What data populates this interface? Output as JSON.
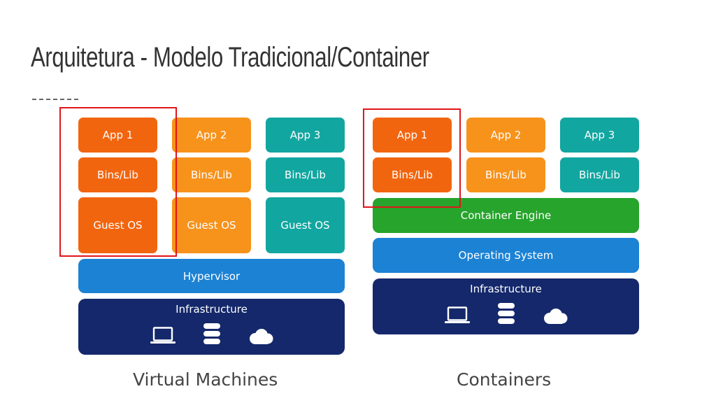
{
  "slide": {
    "title": "Arquitetura - Modelo Tradicional/Container"
  },
  "vm": {
    "caption": "Virtual Machines",
    "apps": [
      {
        "app": "App 1",
        "bins": "Bins/Lib",
        "os": "Guest OS"
      },
      {
        "app": "App 2",
        "bins": "Bins/Lib",
        "os": "Guest OS"
      },
      {
        "app": "App 3",
        "bins": "Bins/Lib",
        "os": "Guest OS"
      }
    ],
    "hypervisor": "Hypervisor",
    "infrastructure": "Infrastructure"
  },
  "containers": {
    "caption": "Containers",
    "apps": [
      {
        "app": "App 1",
        "bins": "Bins/Lib"
      },
      {
        "app": "App 2",
        "bins": "Bins/Lib"
      },
      {
        "app": "App 3",
        "bins": "Bins/Lib"
      }
    ],
    "engine": "Container Engine",
    "os": "Operating System",
    "infrastructure": "Infrastructure"
  },
  "colors": {
    "app1": "#f2650f",
    "app2": "#f7921b",
    "app3": "#12a6a0",
    "hypervisor": "#1c82d4",
    "engine": "#26a42c",
    "infrastructure": "#14286b",
    "highlight": "#e0161b"
  },
  "icons": [
    "laptop-icon",
    "database-icon",
    "cloud-icon"
  ]
}
